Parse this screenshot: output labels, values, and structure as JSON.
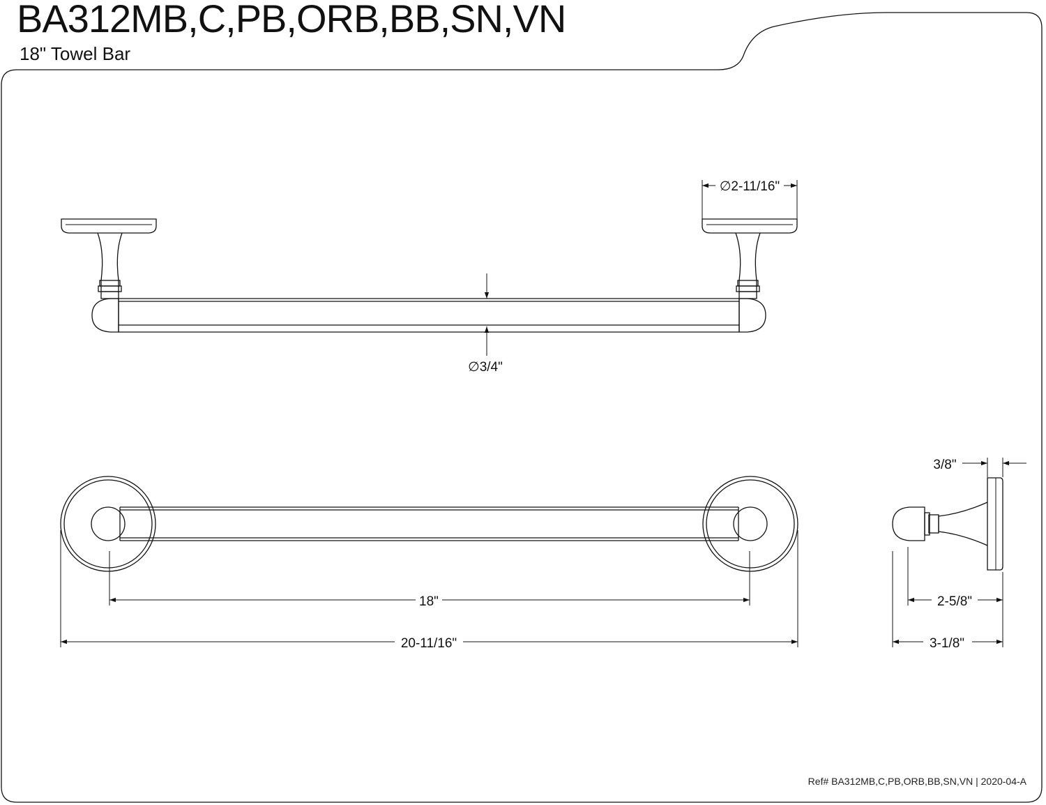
{
  "header": {
    "title": "BA312MB,C,PB,ORB,BB,SN,VN",
    "subtitle": "18\" Towel Bar"
  },
  "dimensions": {
    "flange_diameter": "∅2-11/16\"",
    "bar_diameter": "∅3/4\"",
    "bar_length": "18\"",
    "overall_length": "20-11/16\"",
    "flange_thickness": "3/8\"",
    "bar_projection": "2-5/8\"",
    "overall_projection": "3-1/8\""
  },
  "footer": {
    "reference": "Ref# BA312MB,C,PB,ORB,BB,SN,VN | 2020-04-A"
  },
  "colors": {
    "line": "#111111",
    "background": "#ffffff"
  }
}
